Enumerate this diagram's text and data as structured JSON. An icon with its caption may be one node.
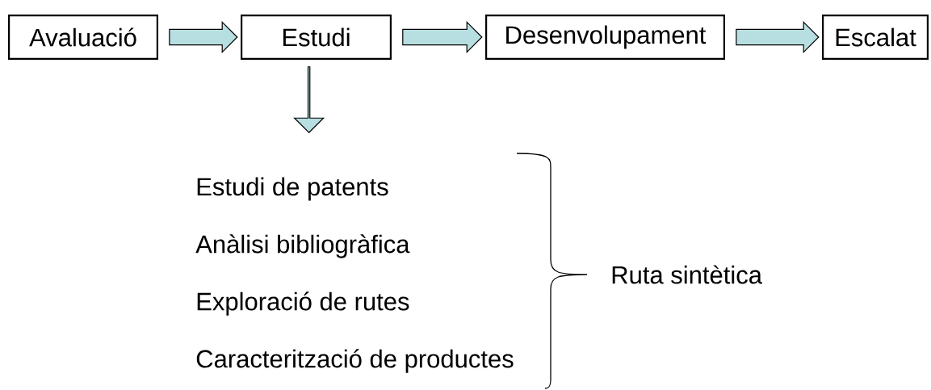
{
  "diagram": {
    "nodes": [
      {
        "text": [
          "Avaluació"
        ]
      },
      {
        "text": [
          "Estudi"
        ]
      },
      {
        "text": [
          "Desenvolupament"
        ]
      },
      {
        "text": [
          "Escalat"
        ]
      }
    ],
    "edges": [
      {
        "from": 0,
        "to": 1,
        "arrow": "to"
      },
      {
        "from": 1,
        "to": 2,
        "arrow": "to"
      },
      {
        "from": 2,
        "to": 3,
        "arrow": "to"
      },
      {
        "from": 1,
        "to": null,
        "arrow": "to"
      }
    ],
    "labels": [
      "Estudi de patents",
      "Anàlisi bibliogràfica",
      "Exploració de rutes",
      "Caracterització de productes",
      "Ruta sintètica"
    ]
  }
}
